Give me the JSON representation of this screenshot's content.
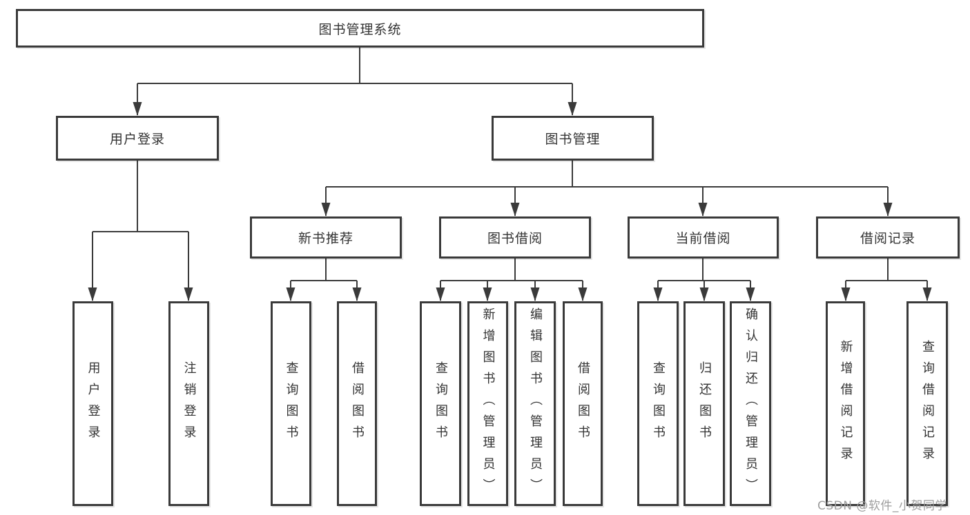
{
  "diagram": {
    "root": {
      "label": "图书管理系统"
    },
    "branches": [
      {
        "label": "用户登录",
        "children": [
          {
            "label": "用户登录"
          },
          {
            "label": "注销登录"
          }
        ]
      },
      {
        "label": "图书管理",
        "sections": [
          {
            "label": "新书推荐",
            "children": [
              {
                "label": "查询图书"
              },
              {
                "label": "借阅图书"
              }
            ]
          },
          {
            "label": "图书借阅",
            "children": [
              {
                "label": "查询图书"
              },
              {
                "label": "新增图书（管理员）"
              },
              {
                "label": "编辑图书（管理员）"
              },
              {
                "label": "借阅图书"
              }
            ]
          },
          {
            "label": "当前借阅",
            "children": [
              {
                "label": "查询图书"
              },
              {
                "label": "归还图书"
              },
              {
                "label": "确认归还（管理员）"
              }
            ]
          },
          {
            "label": "借阅记录",
            "children": [
              {
                "label": "新增借阅记录"
              },
              {
                "label": "查询借阅记录"
              }
            ]
          }
        ]
      }
    ]
  },
  "watermark": {
    "label": "CSDN @软件_小贺同学"
  },
  "colors": {
    "line": "#3a3a3a",
    "text": "#333333",
    "watermark": "#9e9e9e",
    "background": "#ffffff"
  }
}
